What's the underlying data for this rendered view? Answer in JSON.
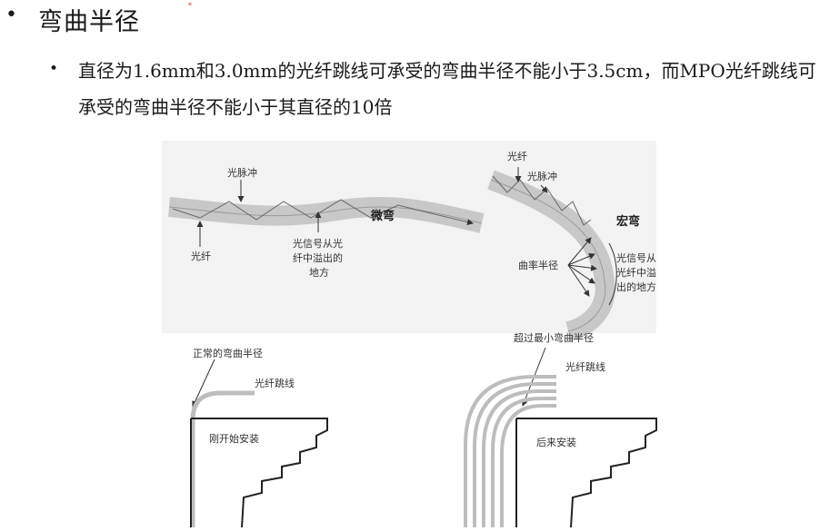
{
  "heading": {
    "bullet": "•",
    "title": "弯曲半径",
    "mark": "*"
  },
  "point": {
    "bullet": "•",
    "text": "直径为1.6mm和3.0mm的光纤跳线可承受的弯曲半径不能小于3.5cm，而MPO光纤跳线可承受的弯曲半径不能小于其直径的10倍"
  },
  "figure": {
    "micro": {
      "pulse_label": "光脉冲",
      "fiber_label": "光纤",
      "leak_label": [
        "光信号从光",
        "纤中溢出的",
        "地方"
      ],
      "title": "微弯"
    },
    "macro": {
      "fiber_label": "光纤",
      "pulse_label": "光脉冲",
      "title": "宏弯",
      "radius_label": "曲率半径",
      "leak_label": [
        "光信号从",
        "光纤中溢",
        "出的地方"
      ]
    },
    "normal": {
      "radius_label": "正常的弯曲半径",
      "patch_label": "光纤跳线",
      "install_label": "刚开始安装"
    },
    "exceed": {
      "radius_label": "超过最小弯曲半径",
      "patch_label": "光纤跳线",
      "install_label": "后来安装"
    }
  }
}
